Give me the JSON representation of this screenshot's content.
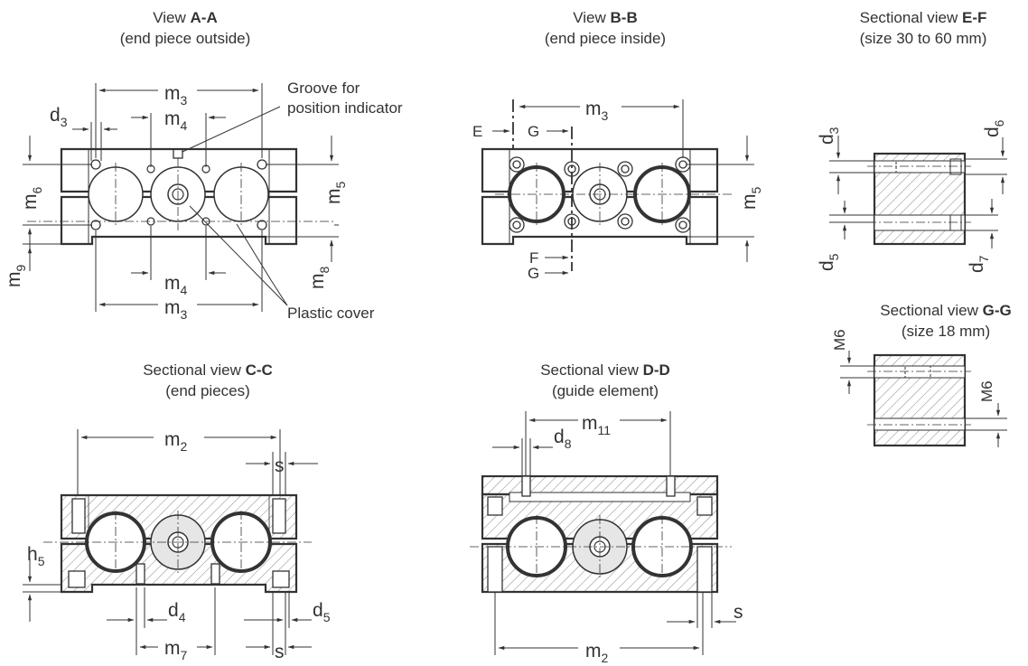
{
  "views": {
    "aa": {
      "line1": "View ",
      "name": "A-A",
      "line2": "(end piece outside)"
    },
    "bb": {
      "line1": "View ",
      "name": "B-B",
      "line2": "(end piece inside)"
    },
    "ef": {
      "line1": "Sectional view ",
      "name": "E-F",
      "line2": "(size 30 to 60 mm)"
    },
    "gg": {
      "line1": "Sectional view ",
      "name": "G-G",
      "line2": "(size 18 mm)"
    },
    "cc": {
      "line1": "Sectional view ",
      "name": "C-C",
      "line2": "(end pieces)"
    },
    "dd": {
      "line1": "Sectional view ",
      "name": "D-D",
      "line2": "(guide element)"
    }
  },
  "annotations": {
    "groove_line1": "Groove for",
    "groove_line2": "position indicator",
    "plastic_cover": "Plastic cover"
  },
  "dims": {
    "m": "m",
    "d": "d",
    "h": "h",
    "s": "s",
    "n2": "2",
    "n3": "3",
    "n4": "4",
    "n5": "5",
    "n6": "6",
    "n7": "7",
    "n8": "8",
    "n9": "9",
    "n11": "11",
    "M6": "M6",
    "E": "E",
    "F": "F",
    "G": "G"
  },
  "colors": {
    "line": "#333333",
    "hatch": "#777777",
    "fill": "#e6e6e6"
  }
}
